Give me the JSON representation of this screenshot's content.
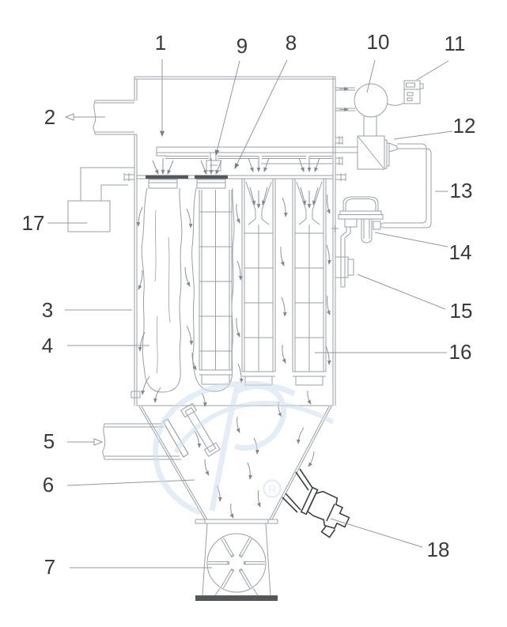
{
  "diagram": {
    "labels": {
      "l1": "1",
      "l2": "2",
      "l3": "3",
      "l4": "4",
      "l5": "5",
      "l6": "6",
      "l7": "7",
      "l8": "8",
      "l9": "9",
      "l10": "10",
      "l11": "11",
      "l12": "12",
      "l13": "13",
      "l14": "14",
      "l15": "15",
      "l16": "16",
      "l17": "17",
      "l18": "18"
    },
    "watermark": {
      "registered": "R",
      "color": "#cfe0ef"
    },
    "colors": {
      "line": "#9aa0a6",
      "dark": "#4c4f52",
      "text": "#3a3a3a"
    }
  }
}
